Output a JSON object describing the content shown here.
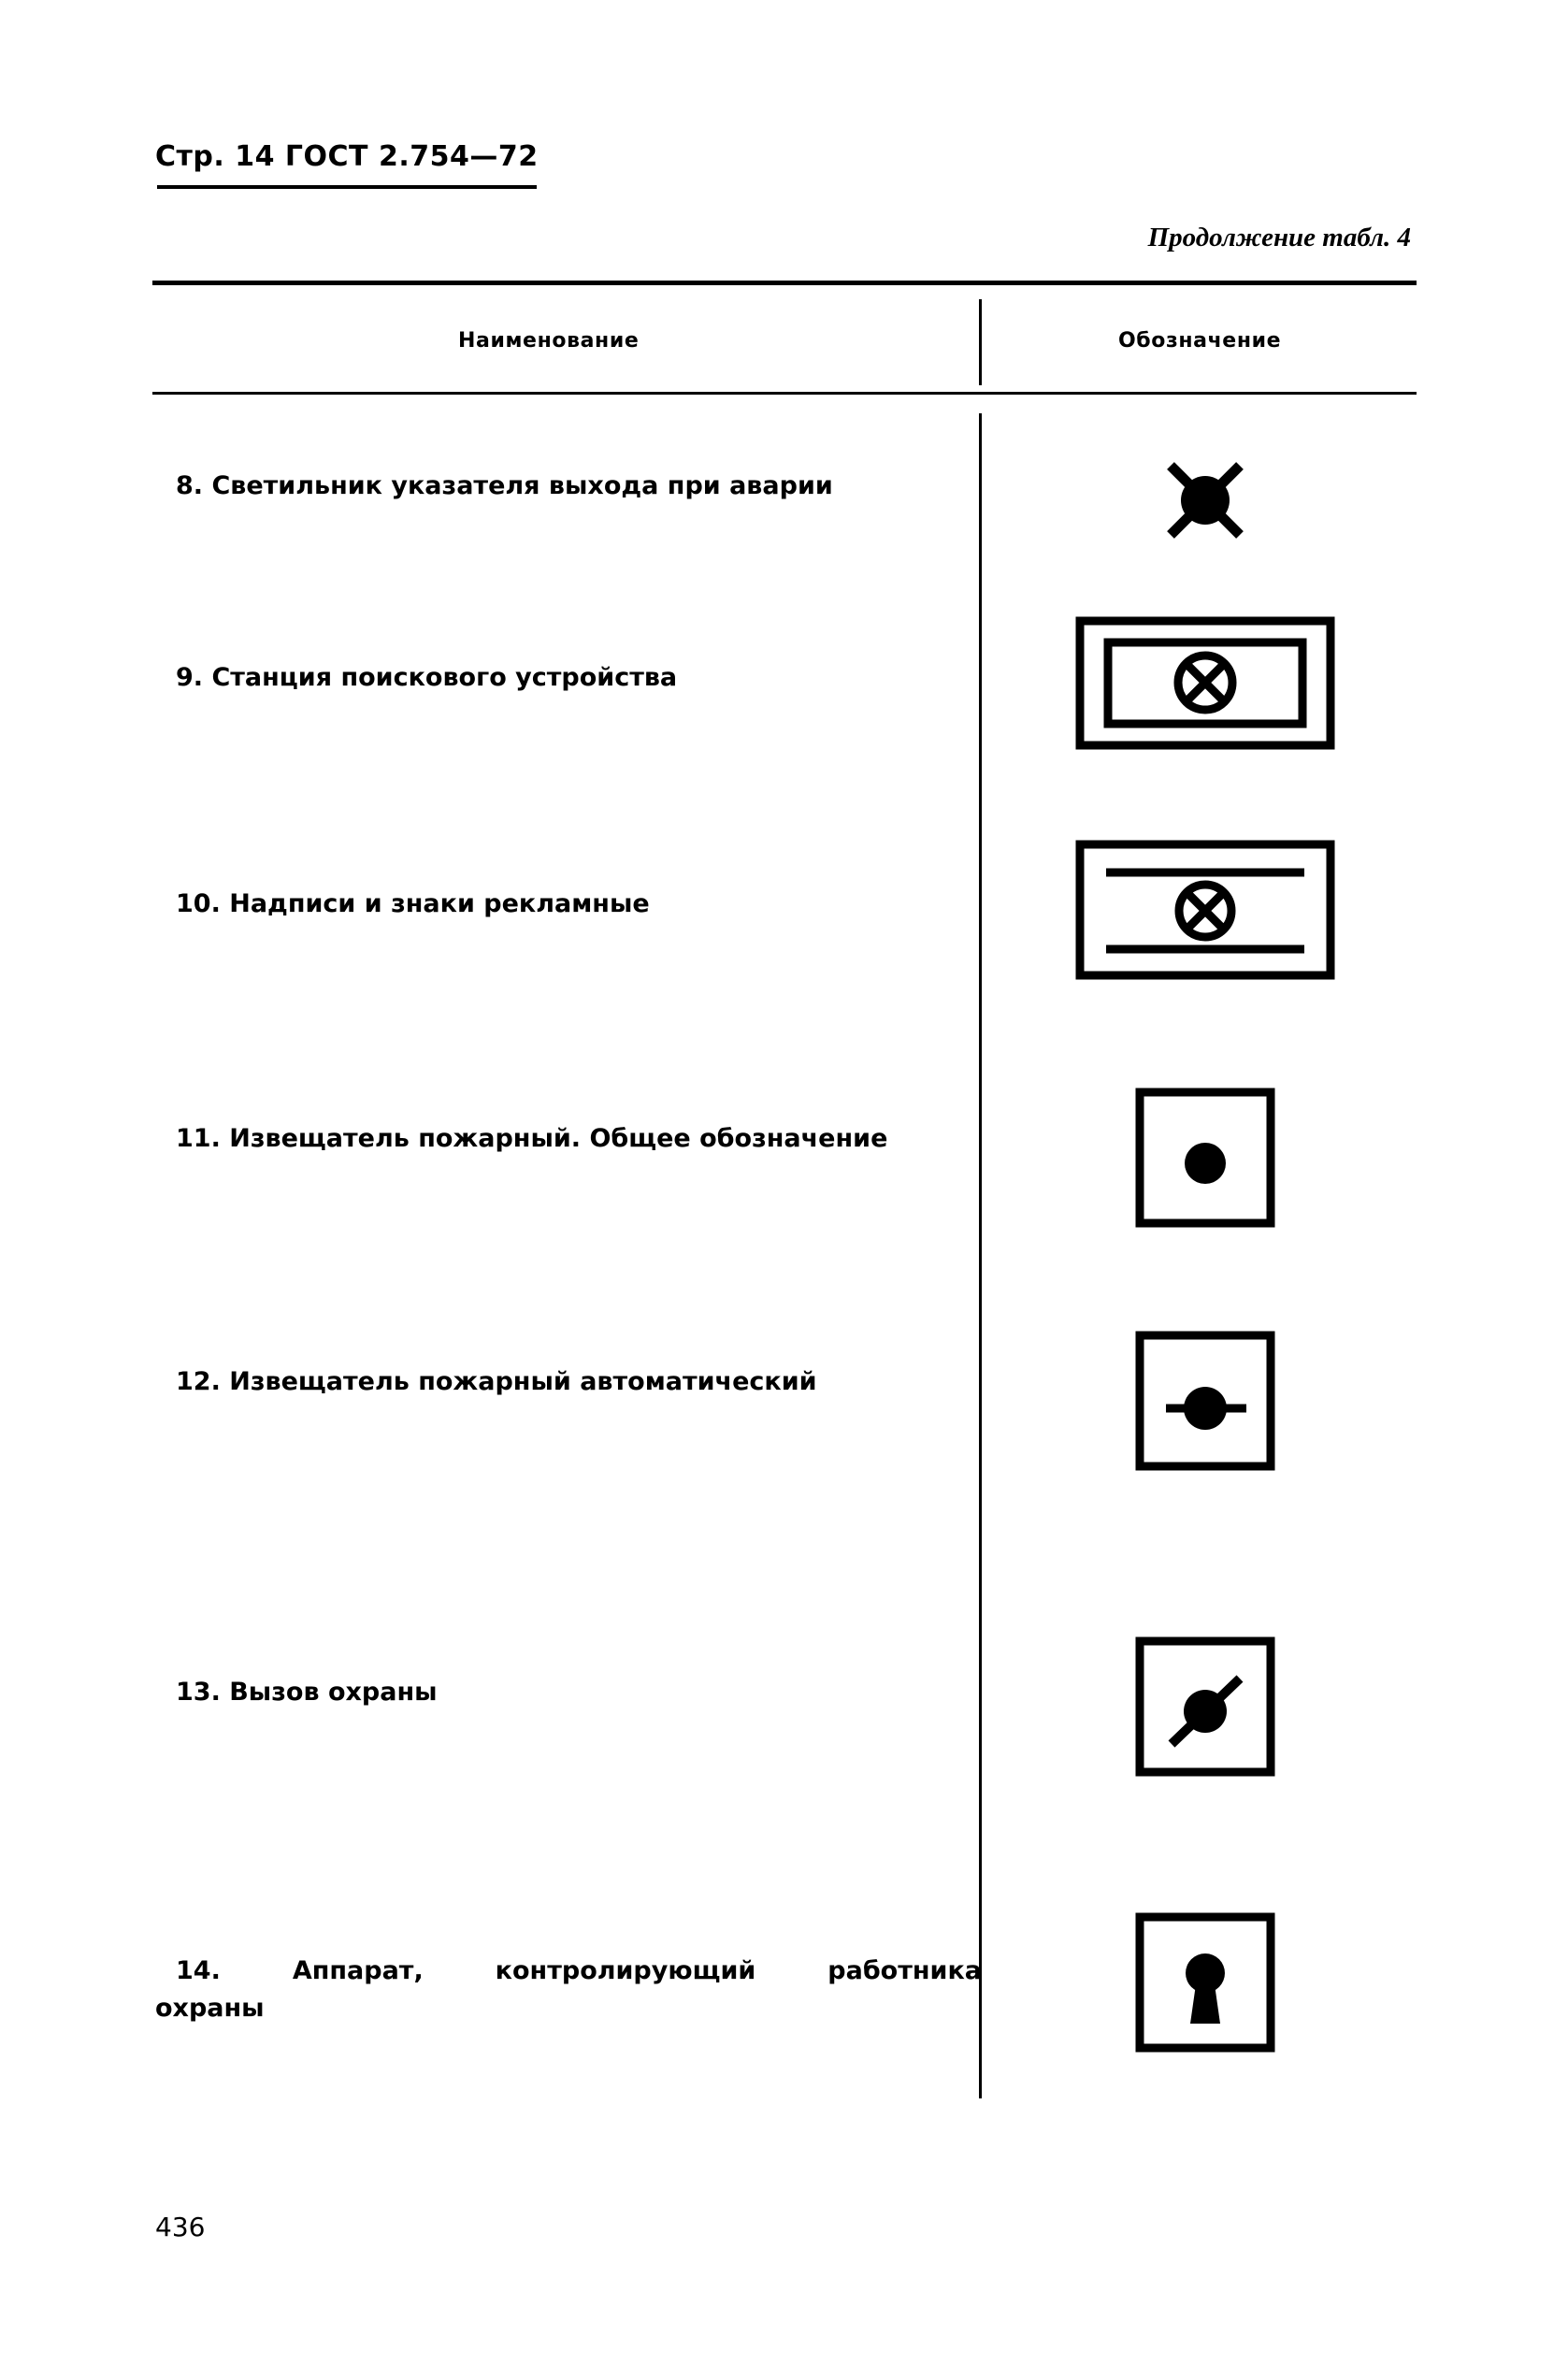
{
  "header": {
    "page_label": "Стр. 14 ГОСТ 2.754—72",
    "continuation": "Продолжение табл. 4"
  },
  "table": {
    "columns": [
      "Наименование",
      "Обозначение"
    ],
    "rows": [
      {
        "number": "8.",
        "name": "8. Светильник указателя выхода при аварии",
        "symbol_name": "filled-circle-with-x-cross"
      },
      {
        "number": "9.",
        "name": "9. Станция поискового устройства",
        "symbol_name": "double-rectangle-with-crossed-circle"
      },
      {
        "number": "10.",
        "name": "10. Надписи и знаки рекламные",
        "symbol_name": "rectangle-two-lines-with-crossed-circle"
      },
      {
        "number": "11.",
        "name": "11. Извещатель пожарный. Общее обозначение",
        "symbol_name": "square-with-filled-dot"
      },
      {
        "number": "12.",
        "name": "12. Извещатель пожарный автоматический",
        "symbol_name": "square-with-dot-and-horizontal-line"
      },
      {
        "number": "13.",
        "name": "13. Вызов охраны",
        "symbol_name": "square-with-dot-and-diagonal-line"
      },
      {
        "number": "14.",
        "name": "14. Аппарат, контролирующий работника охраны",
        "name_line1": "14. Аппарат, контролирующий работника",
        "name_line2": "охраны",
        "symbol_name": "square-with-keyhole"
      }
    ]
  },
  "footer": {
    "folio": "436"
  }
}
